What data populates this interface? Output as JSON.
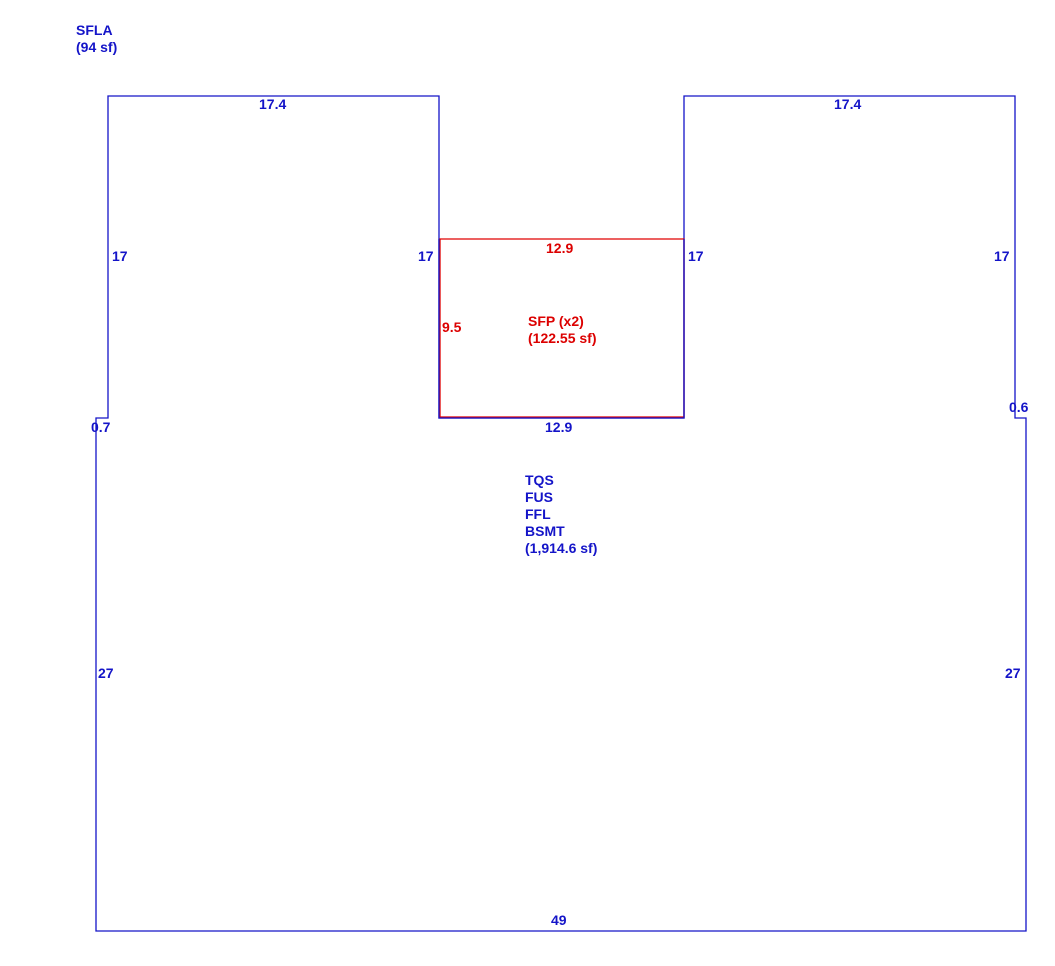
{
  "colors": {
    "main_outline": "#1414c8",
    "porch_outline": "#e00000",
    "main_text": "#1414c8",
    "porch_text": "#dc0000"
  },
  "legend": {
    "name": "SFLA",
    "area": "(94 sf)"
  },
  "main_area": {
    "codes": [
      "TQS",
      "FUS",
      "FFL",
      "BSMT"
    ],
    "area": "(1,914.6 sf)"
  },
  "porch_area": {
    "name": "SFP (x2)",
    "area": "(122.55 sf)"
  },
  "dimensions": {
    "left_wing_top": "17.4",
    "right_wing_top": "17.4",
    "left_wing_outer": "17",
    "left_wing_inner": "17",
    "right_wing_inner": "17",
    "right_wing_outer": "17",
    "left_jog": "0.7",
    "right_jog": "0.6",
    "notch_bottom": "12.9",
    "left_side": "27",
    "right_side": "27",
    "bottom": "49",
    "porch_top": "12.9",
    "porch_side": "9.5"
  }
}
